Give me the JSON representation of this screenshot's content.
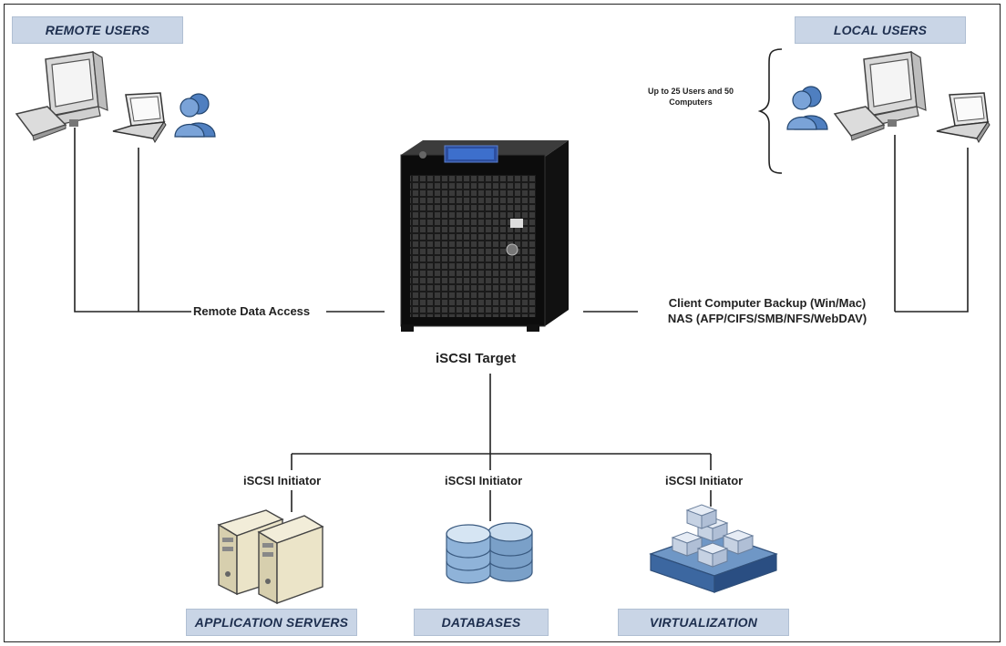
{
  "diagram": {
    "remote_users_label": "REMOTE USERS",
    "local_users_label": "LOCAL USERS",
    "user_capacity_note": "Up to 25 Users and 50 Computers",
    "remote_access_label": "Remote Data Access",
    "local_services": {
      "line1": "Client Computer Backup (Win/Mac)",
      "line2": "NAS (AFP/CIFS/SMB/NFS/WebDAV)"
    },
    "target_label": "iSCSI Target",
    "initiators": [
      {
        "label": "iSCSI Initiator",
        "group": "APPLICATION SERVERS"
      },
      {
        "label": "iSCSI Initiator",
        "group": "DATABASES"
      },
      {
        "label": "iSCSI Initiator",
        "group": "VIRTUALIZATION"
      }
    ]
  },
  "colors": {
    "label_fill": "#c9d5e6",
    "label_text": "#1e2f4f",
    "line": "#222222"
  },
  "icons": [
    "desktop-computer-icon",
    "laptop-icon",
    "user-icon",
    "nas-server-icon",
    "server-tower-icon",
    "database-icon",
    "virtualization-icon",
    "brace-icon"
  ]
}
